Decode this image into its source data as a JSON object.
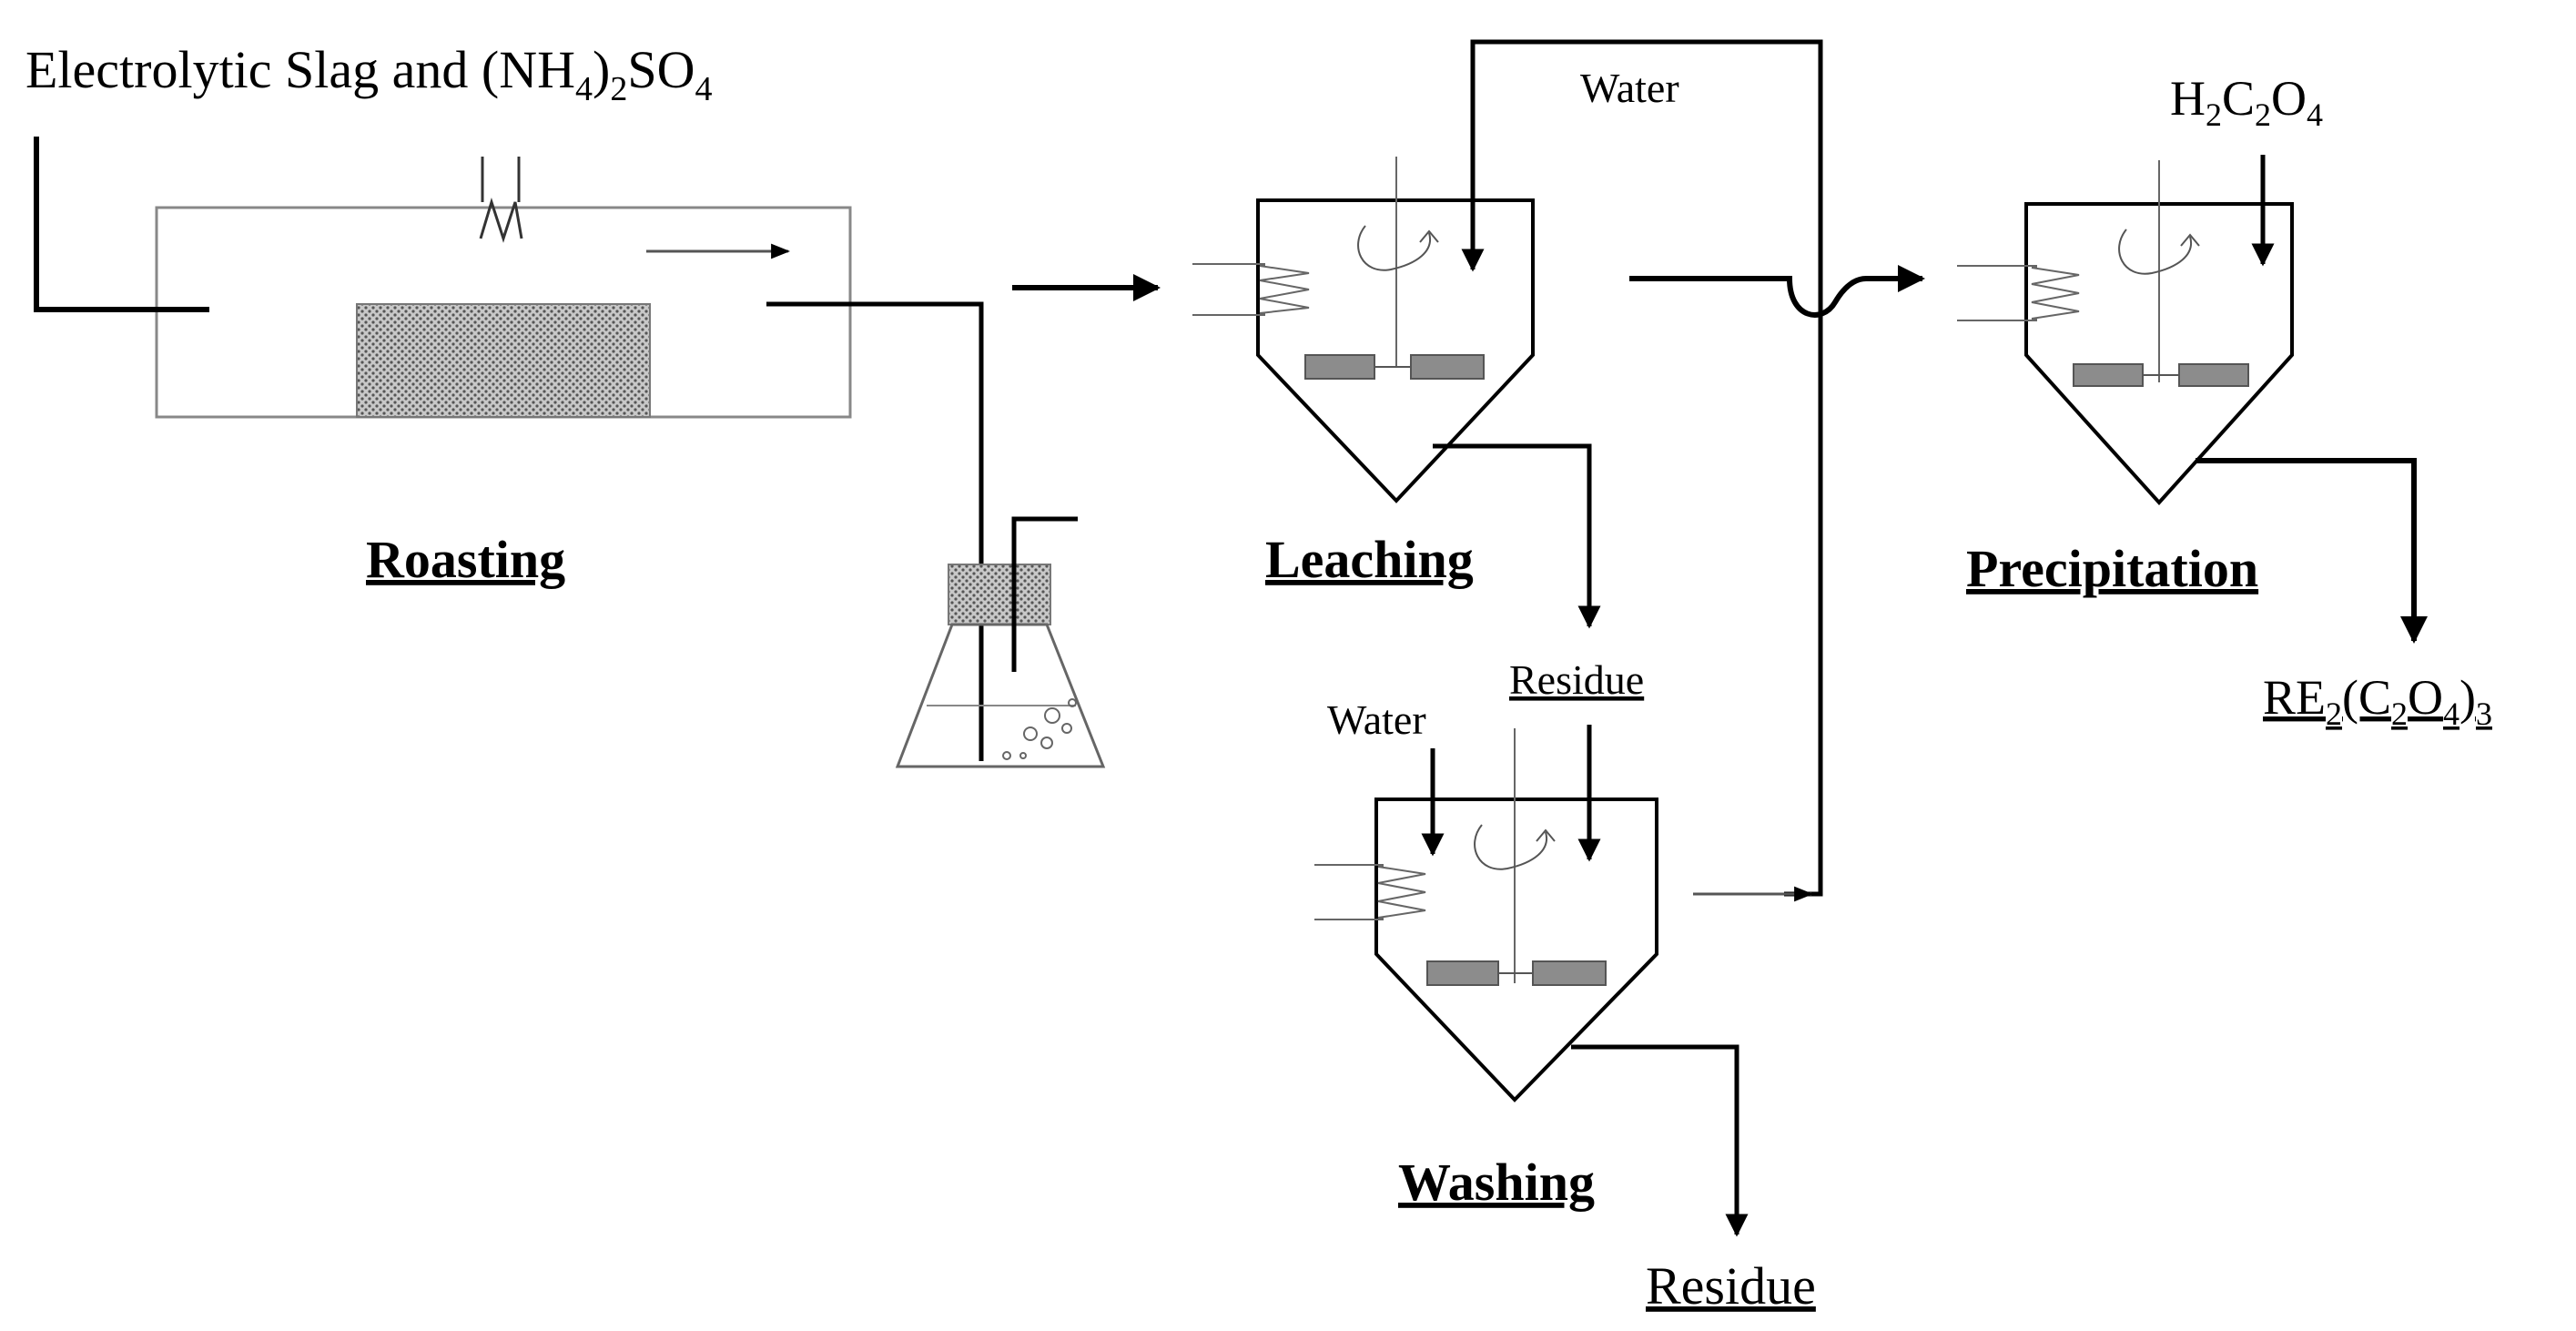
{
  "labels": {
    "feed_prefix": "Electrolytic  Slag and (NH",
    "feed_sub1": "4",
    "feed_mid": ")",
    "feed_sub2": "2",
    "feed_end_so": "SO",
    "feed_sub3": "4",
    "water_top": "Water",
    "oxalic_h": "H",
    "oxalic_sub1": "2",
    "oxalic_c": "C",
    "oxalic_sub2": "2",
    "oxalic_o": "O",
    "oxalic_sub3": "4",
    "water_wash": "Water",
    "residue_mid": "Residue",
    "residue_bottom": "Residue",
    "product_re": "RE",
    "product_sub1": "2",
    "product_paren_c": "(C",
    "product_sub2": "2",
    "product_o": "O",
    "product_sub3": "4",
    "product_close": ")",
    "product_sub4": "3"
  },
  "stages": {
    "roasting": "Roasting",
    "leaching": "Leaching",
    "precipitation": "Precipitation",
    "washing": "Washing"
  }
}
